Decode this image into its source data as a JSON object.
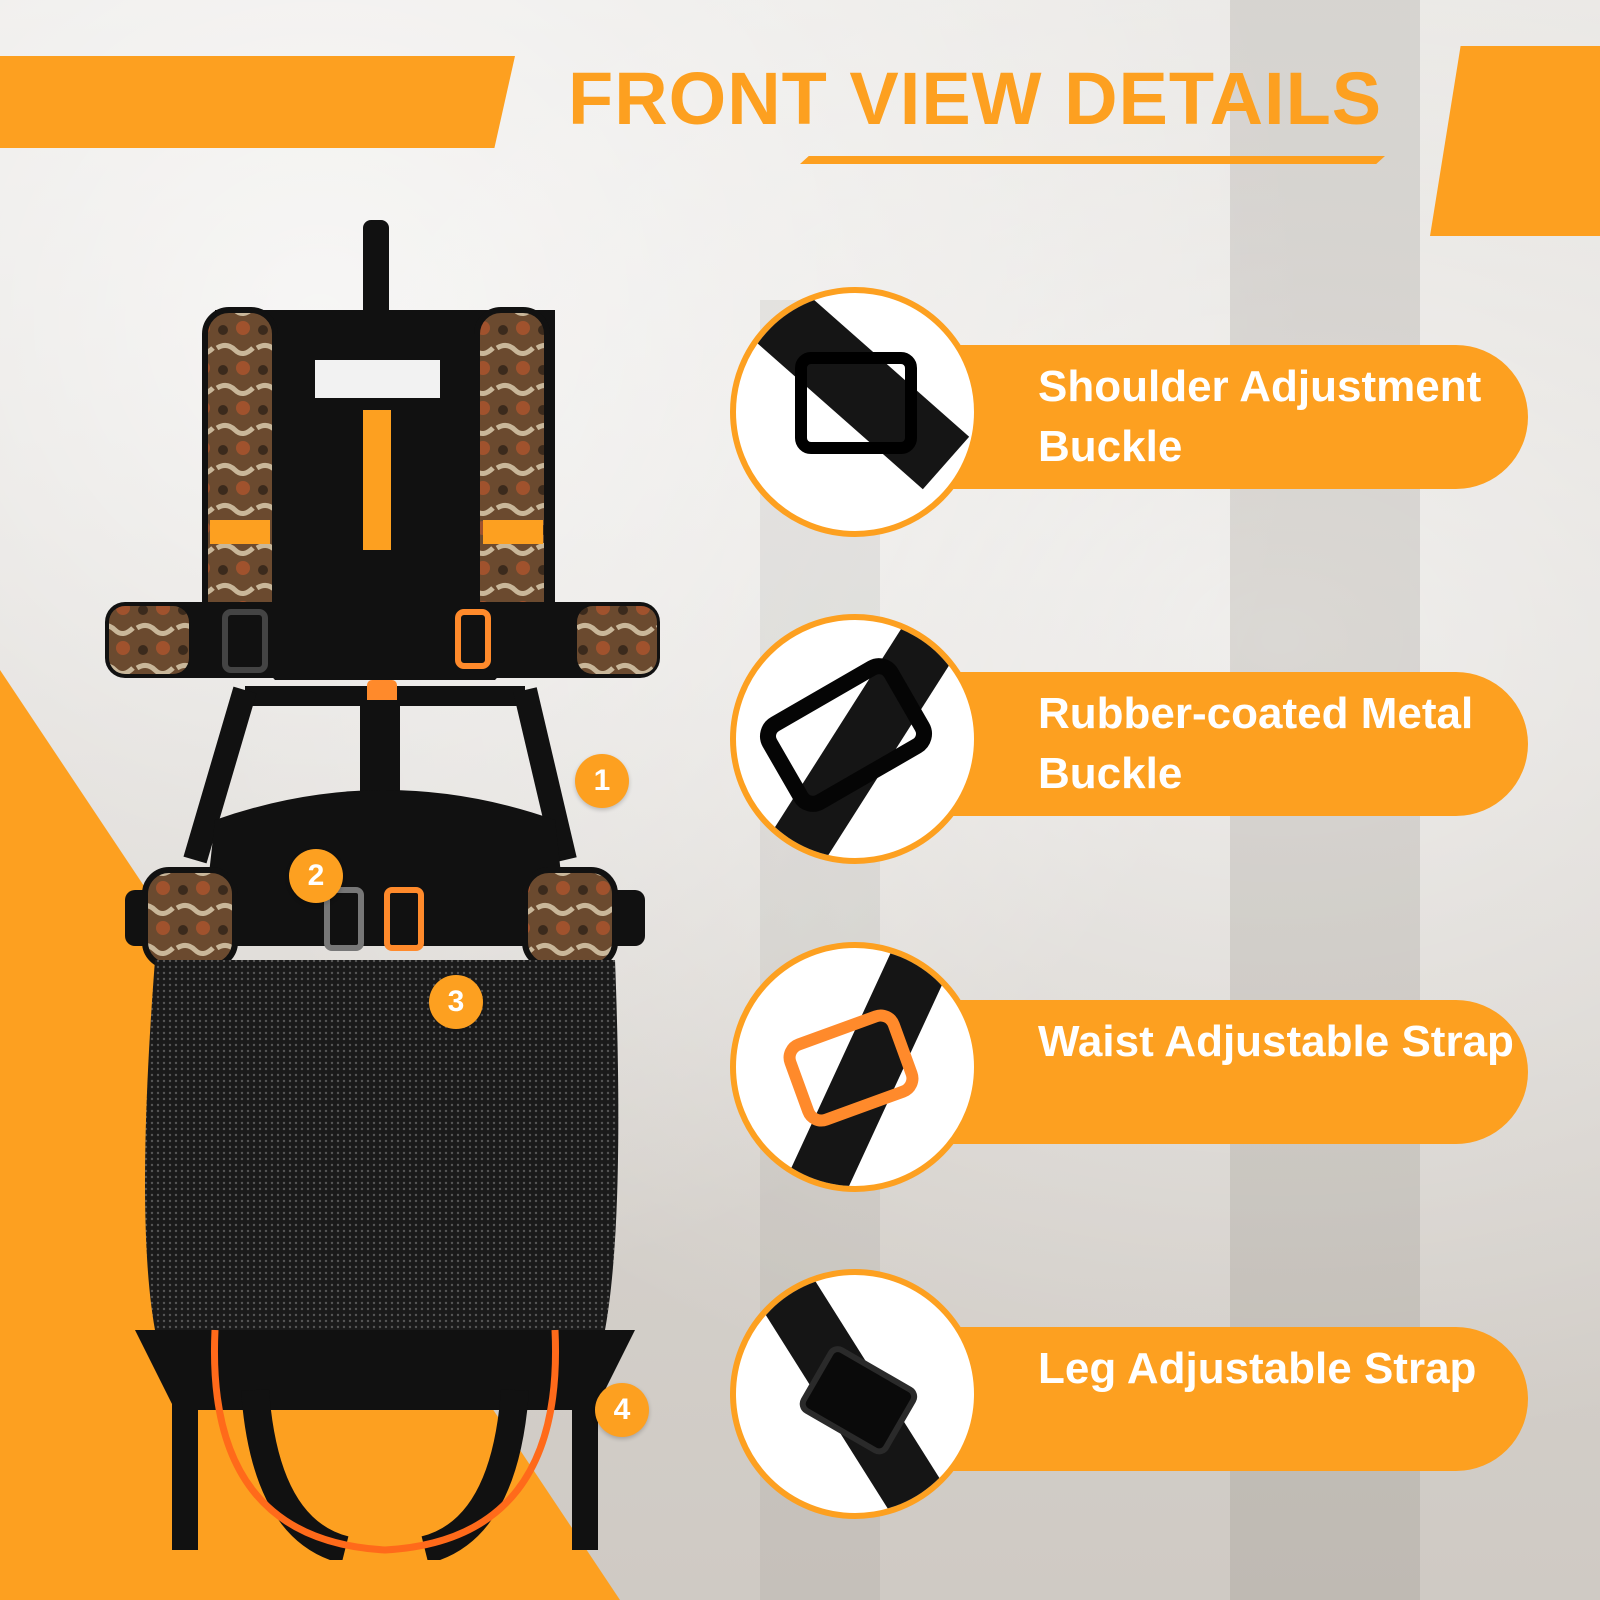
{
  "title": "FRONT VIEW DETAILS",
  "colors": {
    "accent": "#fda020",
    "strap": "#111111",
    "webbing_orange": "#ff8a2b",
    "text_on_accent": "#ffffff"
  },
  "markers": [
    "1",
    "2",
    "3",
    "4"
  ],
  "features": [
    {
      "label": "Shoulder Adjustment Buckle",
      "icon": "rectangular-slide-buckle-icon"
    },
    {
      "label": "Rubber-coated Metal Buckle",
      "icon": "rubber-coated-buckle-icon"
    },
    {
      "label": "Waist Adjustable Strap",
      "icon": "orange-slide-buckle-icon"
    },
    {
      "label": "Leg Adjustable Strap",
      "icon": "cam-lock-buckle-icon"
    }
  ]
}
